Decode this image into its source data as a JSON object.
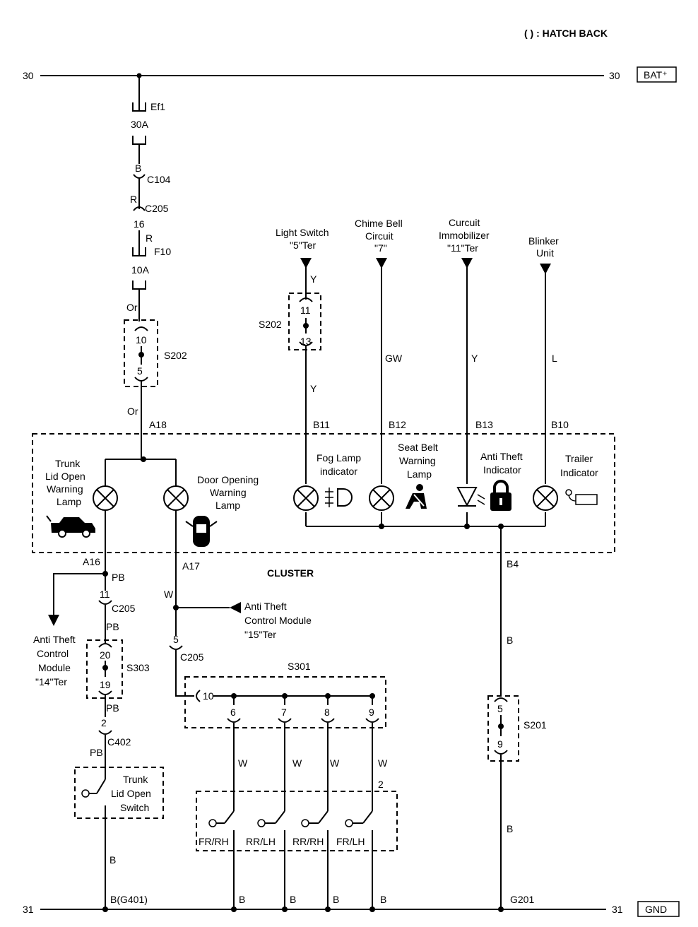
{
  "header": {
    "note": "(    ) : HATCH BACK"
  },
  "rails": {
    "top_left": "30",
    "top_right": "30",
    "top_tag": "BAT⁺",
    "bottom_left": "31",
    "bottom_right": "31",
    "bottom_tag": "GND"
  },
  "fuse_chain": {
    "ef1": "Ef1",
    "ef1_rating": "30A",
    "c104_pin": "B",
    "c104": "C104",
    "wire_r1": "R",
    "c205": "C205",
    "c205_pin": "16",
    "wire_r2": "R",
    "f10": "F10",
    "f10_rating": "10A",
    "wire_or1": "Or",
    "s202_top": "10",
    "s202_bottom": "5",
    "s202": "S202",
    "wire_or2": "Or",
    "a18": "A18"
  },
  "inputs": [
    {
      "label": "Light Switch\n\"5\"Ter",
      "wire_top": "Y",
      "splice": "S202",
      "pin_top": "11",
      "pin_bottom": "13",
      "wire_bottom": "Y",
      "connector": "B11"
    },
    {
      "label": "Chime Bell\nCircuit\n\"7\"",
      "wire": "GW",
      "connector": "B12"
    },
    {
      "label": "Curcuit\nImmobilizer\n\"11\"Ter",
      "wire": "Y",
      "connector": "B13"
    },
    {
      "label": "Blinker\nUnit",
      "wire": "L",
      "connector": "B10"
    }
  ],
  "cluster": {
    "title": "CLUSTER",
    "lamps": [
      {
        "label": "Trunk\nLid Open\nWarning\nLamp"
      },
      {
        "label": "Door Opening\nWarning\nLamp"
      },
      {
        "label": "Fog Lamp\nindicator"
      },
      {
        "label": "Seat Belt\nWarning\nLamp"
      },
      {
        "label": "Anti Theft\nIndicator"
      },
      {
        "label": "Trailer\nIndicator"
      }
    ],
    "a16": "A16",
    "a17": "A17",
    "b4": "B4"
  },
  "left_branch": {
    "wire_pb1": "PB",
    "anti_theft_label": "Anti Theft\nControl\nModule\n\"14\"Ter",
    "c205_pin": "11",
    "c205": "C205",
    "wire_pb2": "PB",
    "s303_top": "20",
    "s303_bottom": "19",
    "s303": "S303",
    "wire_pb3": "PB",
    "c402_pin": "2",
    "c402": "C402",
    "wire_pb4": "PB",
    "switch_label": "Trunk\nLid Open\nSwitch",
    "wire_b": "B",
    "ground": "B(G401)"
  },
  "mid_branch": {
    "wire_w": "W",
    "anti_theft_label": "Anti Theft\nControl Module\n\"15\"Ter",
    "c205_pin": "5",
    "c205": "C205",
    "s301": "S301",
    "s301_in": "10",
    "pins": [
      "6",
      "7",
      "8",
      "9"
    ],
    "wires": [
      "W",
      "W",
      "W",
      "W"
    ],
    "switch_pin": "2",
    "switches": [
      "FR/RH",
      "RR/LH",
      "RR/RH",
      "FR/LH"
    ],
    "grounds": [
      "B",
      "B",
      "B",
      "B"
    ]
  },
  "right_branch": {
    "wire_b1": "B",
    "s201_top": "5",
    "s201_bottom": "9",
    "s201": "S201",
    "wire_b2": "B",
    "ground": "G201"
  }
}
